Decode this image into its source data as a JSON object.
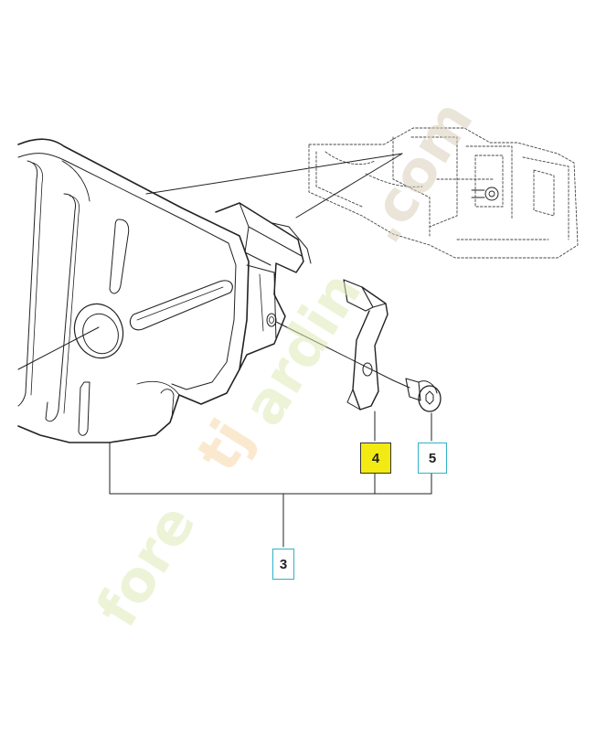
{
  "labels": {
    "part_4": "4",
    "part_5": "5",
    "part_3": "3"
  },
  "watermark": {
    "text": "foretjardin.com",
    "color_green": "#dfe9b6",
    "color_orange": "#f7d7a8",
    "color_brown": "#d8cdb9"
  },
  "colors": {
    "highlight": "#f2ea12",
    "label_border": "#2fb3c6",
    "line": "#222222"
  }
}
